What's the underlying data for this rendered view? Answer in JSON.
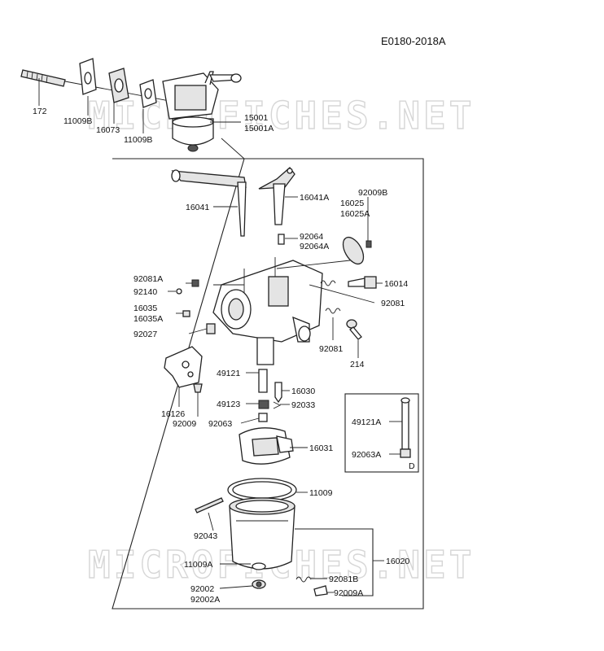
{
  "drawing_code": "E0180-2018A",
  "watermarks": [
    "MICROFICHES.NET",
    "MICROFICHES.NET"
  ],
  "labels": {
    "p172": "172",
    "p11009b_a": "11009B",
    "p16073": "16073",
    "p11009b_b": "11009B",
    "p15001": "15001",
    "p15001a": "15001A",
    "p16041": "16041",
    "p16041a": "16041A",
    "p92009b": "92009B",
    "p16025": "16025",
    "p16025a": "16025A",
    "p92064": "92064",
    "p92064a": "92064A",
    "p92081a": "92081A",
    "p92140": "92140",
    "p16014": "16014",
    "p92081_a": "92081",
    "p16035": "16035",
    "p16035a": "16035A",
    "p92027": "92027",
    "p92081_b": "92081",
    "p214": "214",
    "p49121": "49121",
    "p16030": "16030",
    "p49123": "49123",
    "p92033": "92033",
    "p16126": "16126",
    "p92009": "92009",
    "p92063": "92063",
    "p49121a": "49121A",
    "p92063a": "92063A",
    "pD": "D",
    "p16031": "16031",
    "p11009": "11009",
    "p92043": "92043",
    "p16020": "16020",
    "p11009a": "11009A",
    "p92081b": "92081B",
    "p92002": "92002",
    "p92002a": "92002A",
    "p92009a": "92009A"
  }
}
